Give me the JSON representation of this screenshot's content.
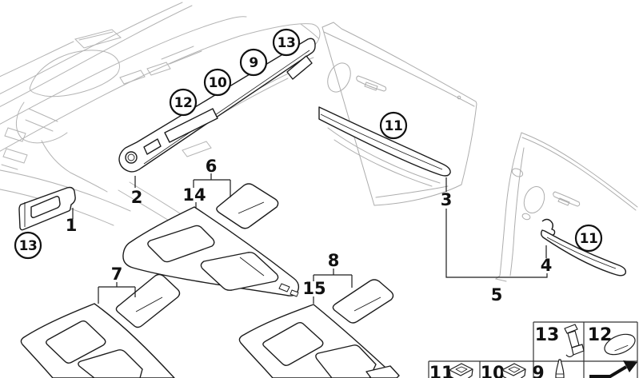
{
  "callouts": [
    {
      "label": "13"
    },
    {
      "label": "9"
    },
    {
      "label": "10"
    },
    {
      "label": "12"
    },
    {
      "label": "11"
    },
    {
      "label": "11"
    },
    {
      "label": "13"
    }
  ],
  "part_labels": [
    {
      "text": "1"
    },
    {
      "text": "2"
    },
    {
      "text": "3"
    },
    {
      "text": "4"
    },
    {
      "text": "5"
    },
    {
      "text": "6"
    },
    {
      "text": "7"
    },
    {
      "text": "8"
    },
    {
      "text": "14"
    },
    {
      "text": "15"
    }
  ],
  "legend": {
    "row1": [
      {
        "num": "13",
        "icon": "retaining-clip-icon"
      },
      {
        "num": "12",
        "icon": "oval-cover-icon"
      }
    ],
    "row2": [
      {
        "num": "11",
        "icon": "mounting-clip-icon"
      },
      {
        "num": "10",
        "icon": "mounting-clip-icon"
      },
      {
        "num": "9",
        "icon": "expansion-rivet-icon"
      },
      {
        "num": "",
        "icon": "continuation-arrow-icon"
      }
    ]
  },
  "colors": {
    "line": "#1c1c1c",
    "sketch": "#b4b4b4",
    "background": "#ffffff"
  }
}
